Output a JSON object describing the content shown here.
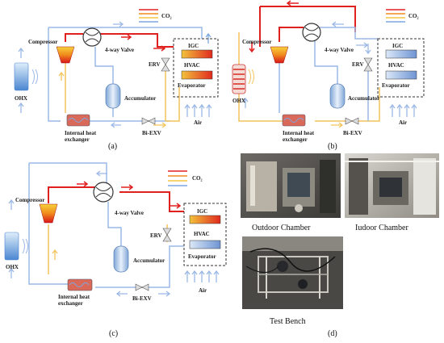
{
  "panels": {
    "a": {
      "caption": "(a)",
      "compressor": "Compressor",
      "valve": "4-way Valve",
      "igc": "IGC",
      "hvac": "HVAC",
      "evaporator": "Evaporator",
      "erv": "ERV",
      "ohx": "OHX",
      "accumulator": "Accumulator",
      "ihx": "Internal heat exchanger",
      "bi_exv": "Bi-EXV",
      "air": "Air",
      "legend": "CO₂"
    },
    "b": {
      "caption": "(b)",
      "compressor": "Compressor",
      "valve": "4-way Valve",
      "igc": "IGC",
      "hvac": "HVAC",
      "evaporator": "Evaporator",
      "erv": "ERV",
      "ohx": "OHX",
      "accumulator": "Accumulator",
      "ihx": "Internal heat exchanger",
      "bi_exv": "Bi-EXV",
      "air": "Air",
      "legend": "CO₂"
    },
    "c": {
      "caption": "(c)",
      "compressor": "Compressor",
      "valve": "4-way Valve",
      "igc": "IGC",
      "hvac": "HVAC",
      "evaporator": "Evaporator",
      "erv": "ERV",
      "ohx": "OHX",
      "accumulator": "Accumulator",
      "ihx": "Internal heat exchanger",
      "bi_exv": "Bi-EXV",
      "air": "Air",
      "legend": "CO₂"
    },
    "d": {
      "caption": "(d)",
      "photo1": "Outdoor Chamber",
      "photo2": "Iudoor Chamber",
      "photo3": "Test Bench"
    }
  },
  "colors": {
    "hot": "#e0201e",
    "warm": "#f08a1c",
    "cool": "#f5c542",
    "cold": "#7da7e0",
    "pipe_blue": "#9bb8e6",
    "pipe_yellow": "#f2c45a"
  }
}
